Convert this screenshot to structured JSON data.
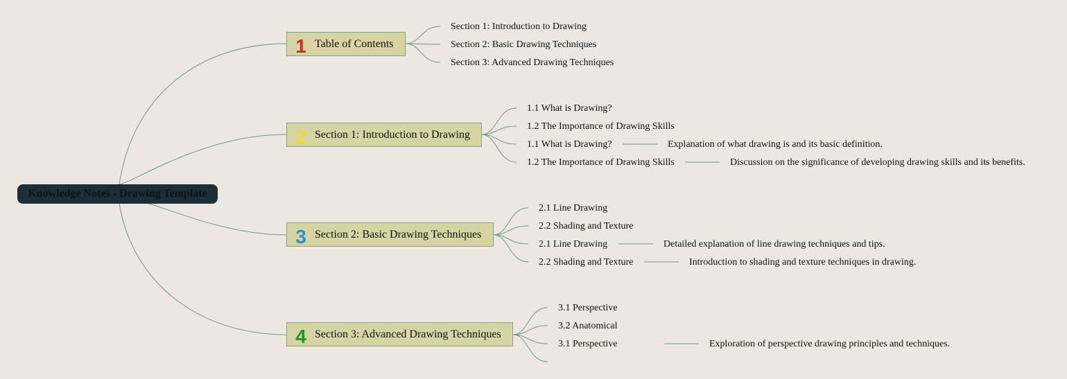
{
  "root": {
    "label": "Knowledge Notes - Drawing Template"
  },
  "colors": {
    "background": "#ece8e0",
    "root_fill": "#1d2f36",
    "branch_fill": "#d7d4a4",
    "connector": "#6e9a82",
    "marker_1": "#d42b2b",
    "marker_2": "#f2d53c",
    "marker_3": "#2f8fce",
    "marker_4": "#23922f"
  },
  "branches": [
    {
      "marker": "1",
      "label": "Table of Contents",
      "children": [
        {
          "label": "Section 1: Introduction to Drawing"
        },
        {
          "label": "Section 2: Basic Drawing Techniques"
        },
        {
          "label": "Section 3: Advanced Drawing Techniques"
        }
      ]
    },
    {
      "marker": "2",
      "label": "Section 1: Introduction to Drawing",
      "children": [
        {
          "label": "1.1 What is Drawing?"
        },
        {
          "label": "1.2 The Importance of Drawing Skills"
        },
        {
          "label": "1.1 What is Drawing?",
          "detail": "Explanation of what drawing is and its basic definition."
        },
        {
          "label": "1.2 The Importance of Drawing Skills",
          "detail": "Discussion on the significance of developing drawing skills and its benefits."
        }
      ]
    },
    {
      "marker": "3",
      "label": "Section 2: Basic Drawing Techniques",
      "children": [
        {
          "label": "2.1 Line Drawing"
        },
        {
          "label": "2.2 Shading and Texture"
        },
        {
          "label": "2.1 Line Drawing",
          "detail": "Detailed explanation of line drawing techniques and tips."
        },
        {
          "label": "2.2 Shading and Texture",
          "detail": "Introduction to shading and texture techniques in drawing."
        }
      ]
    },
    {
      "marker": "4",
      "label": "Section 3: Advanced Drawing Techniques",
      "children": [
        {
          "label": "3.1 Perspective"
        },
        {
          "label": "3.2 Anatomical"
        },
        {
          "label": "3.1 Perspective",
          "detail": "Exploration of perspective drawing principles and techniques."
        },
        {
          "label": ""
        }
      ]
    }
  ]
}
